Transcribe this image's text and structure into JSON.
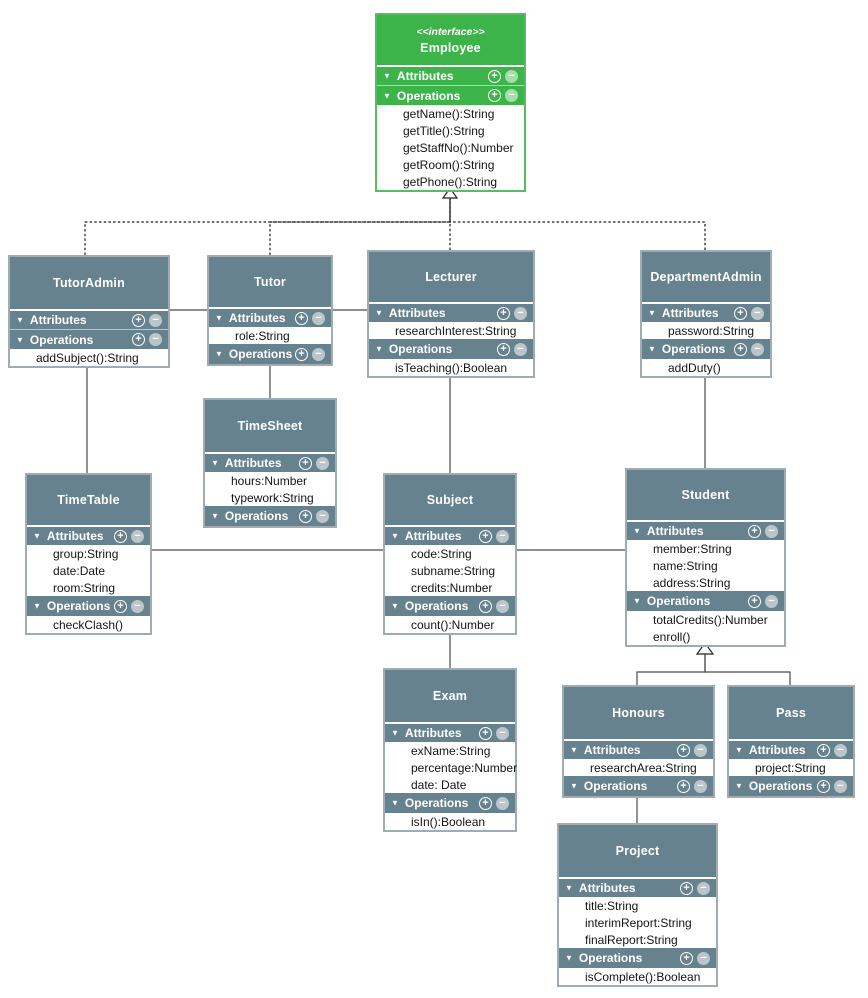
{
  "diagram": {
    "title": "UML class diagram",
    "colors": {
      "class_header": "#66828E",
      "interface_header": "#3DB44A",
      "interface_border": "#57BD63",
      "class_border": "#9FACB2",
      "item_text": "#141414",
      "solid_line": "#4A4A4A",
      "dashed_line": "#1A1A1A"
    },
    "section_labels": {
      "attributes": "Attributes",
      "operations": "Operations"
    },
    "icons": {
      "collapse": "▼",
      "add": "+",
      "remove": "−"
    },
    "classes": [
      {
        "id": "employee",
        "stereotype": "<<interface>>",
        "name": "Employee",
        "attributes": [],
        "operations": [
          "getName():String",
          "getTitle():String",
          "getStaffNo():Number",
          "getRoom():String",
          "getPhone():String"
        ]
      },
      {
        "id": "tutorAdmin",
        "name": "TutorAdmin",
        "attributes": [],
        "operations": [
          "addSubject():String"
        ]
      },
      {
        "id": "tutor",
        "name": "Tutor",
        "attributes": [
          "role:String"
        ],
        "operations": []
      },
      {
        "id": "lecturer",
        "name": "Lecturer",
        "attributes": [
          "researchInterest:String"
        ],
        "operations": [
          "isTeaching():Boolean"
        ]
      },
      {
        "id": "departmentAdmin",
        "name": "DepartmentAdmin",
        "attributes": [
          "password:String"
        ],
        "operations": [
          "addDuty()"
        ]
      },
      {
        "id": "timeSheet",
        "name": "TimeSheet",
        "attributes": [
          "hours:Number",
          "typework:String"
        ],
        "operations": []
      },
      {
        "id": "timeTable",
        "name": "TimeTable",
        "attributes": [
          "group:String",
          "date:Date",
          "room:String"
        ],
        "operations": [
          "checkClash()"
        ]
      },
      {
        "id": "subject",
        "name": "Subject",
        "attributes": [
          "code:String",
          "subname:String",
          "credits:Number"
        ],
        "operations": [
          "count():Number"
        ]
      },
      {
        "id": "student",
        "name": "Student",
        "attributes": [
          "member:String",
          "name:String",
          "address:String"
        ],
        "operations": [
          "totalCredits():Number",
          "enroll()"
        ]
      },
      {
        "id": "exam",
        "name": "Exam",
        "attributes": [
          "exName:String",
          "percentage:Number",
          "date: Date"
        ],
        "operations": [
          "isIn():Boolean"
        ]
      },
      {
        "id": "honours",
        "name": "Honours",
        "attributes": [
          "researchArea:String"
        ],
        "operations": []
      },
      {
        "id": "pass",
        "name": "Pass",
        "attributes": [
          "project:String"
        ],
        "operations": []
      },
      {
        "id": "project",
        "name": "Project",
        "attributes": [
          "title:String",
          "interimReport:String",
          "finalReport:String"
        ],
        "operations": [
          "isComplete():Boolean"
        ]
      }
    ],
    "relationships": [
      {
        "type": "association",
        "from": "TutorAdmin",
        "to": "Tutor"
      },
      {
        "type": "association",
        "from": "Tutor",
        "to": "Lecturer"
      },
      {
        "type": "association",
        "from": "TutorAdmin",
        "to": "TimeTable"
      },
      {
        "type": "association",
        "from": "Tutor",
        "to": "TimeSheet"
      },
      {
        "type": "association",
        "from": "Lecturer",
        "to": "Subject"
      },
      {
        "type": "association",
        "from": "DepartmentAdmin",
        "to": "Student"
      },
      {
        "type": "association",
        "from": "TimeTable",
        "to": "Subject"
      },
      {
        "type": "association",
        "from": "Subject",
        "to": "Student"
      },
      {
        "type": "association",
        "from": "Subject",
        "to": "Exam"
      },
      {
        "type": "association",
        "from": "Honours",
        "to": "Project"
      },
      {
        "type": "realization",
        "from": "TutorAdmin",
        "to": "Employee"
      },
      {
        "type": "realization",
        "from": "Tutor",
        "to": "Employee"
      },
      {
        "type": "realization",
        "from": "Lecturer",
        "to": "Employee"
      },
      {
        "type": "realization",
        "from": "DepartmentAdmin",
        "to": "Employee"
      },
      {
        "type": "generalization",
        "from": "Honours",
        "to": "Student"
      },
      {
        "type": "generalization",
        "from": "Pass",
        "to": "Student"
      }
    ]
  }
}
